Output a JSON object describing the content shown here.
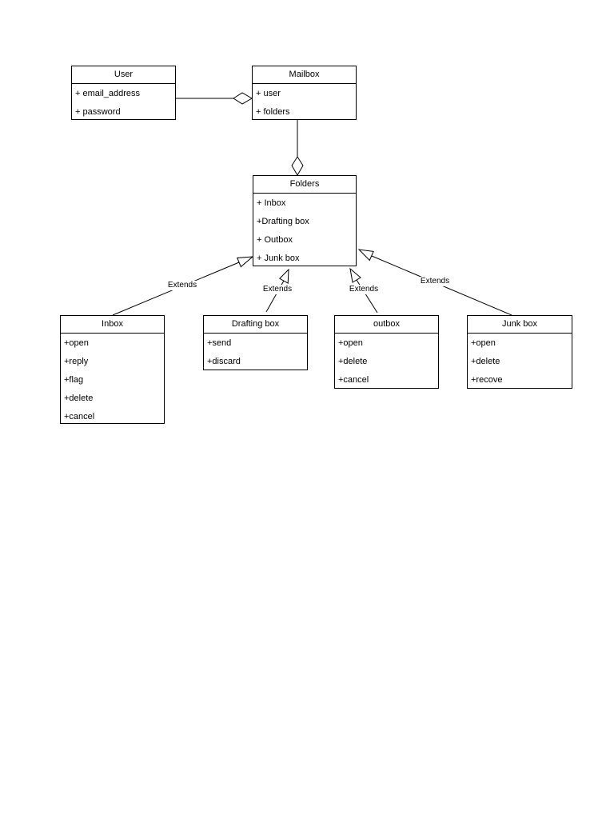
{
  "diagram": {
    "classes": [
      {
        "id": "user",
        "name": "User",
        "attributes": [
          "+ email_address",
          "+ password"
        ]
      },
      {
        "id": "mailbox",
        "name": "Mailbox",
        "attributes": [
          "+ user",
          "+ folders"
        ]
      },
      {
        "id": "folders",
        "name": "Folders",
        "attributes": [
          "+ Inbox",
          "+Drafting box",
          "+ Outbox",
          "+ Junk box"
        ]
      },
      {
        "id": "inbox",
        "name": "Inbox",
        "attributes": [
          "+open",
          "+reply",
          "+flag",
          "+delete",
          "+cancel"
        ]
      },
      {
        "id": "drafting",
        "name": "Drafting box",
        "attributes": [
          "+send",
          "+discard"
        ]
      },
      {
        "id": "outbox",
        "name": "outbox",
        "attributes": [
          "+open",
          "+delete",
          "+cancel"
        ]
      },
      {
        "id": "junk",
        "name": "Junk box",
        "attributes": [
          "+open",
          "+delete",
          "+recove"
        ]
      }
    ],
    "relations": [
      {
        "type": "aggregation",
        "from": "user",
        "to": "mailbox",
        "label": ""
      },
      {
        "type": "aggregation",
        "from": "mailbox",
        "to": "folders",
        "label": ""
      },
      {
        "type": "generalization",
        "from": "inbox",
        "to": "folders",
        "label": "Extends"
      },
      {
        "type": "generalization",
        "from": "drafting",
        "to": "folders",
        "label": "Extends"
      },
      {
        "type": "generalization",
        "from": "outbox",
        "to": "folders",
        "label": "Extends"
      },
      {
        "type": "generalization",
        "from": "junk",
        "to": "folders",
        "label": "Extends"
      }
    ]
  }
}
